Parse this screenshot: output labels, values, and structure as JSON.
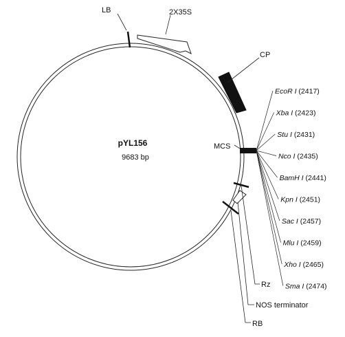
{
  "plasmid": {
    "name": "pYL156",
    "size": "9683 bp"
  },
  "features": {
    "lb": "LB",
    "promoter": "2X35S",
    "cp": "CP",
    "mcs": "MCS",
    "rz": "Rz",
    "nos": "NOS terminator",
    "rb": "RB"
  },
  "sites": [
    {
      "enzyme": "EcoR I",
      "pos": "(2417)"
    },
    {
      "enzyme": "Xba I",
      "pos": "(2423)"
    },
    {
      "enzyme": "Stu I",
      "pos": "(2431)"
    },
    {
      "enzyme": "Nco I",
      "pos": "(2435)"
    },
    {
      "enzyme": "BamH I",
      "pos": "(2441)"
    },
    {
      "enzyme": "Kpn I",
      "pos": "(2451)"
    },
    {
      "enzyme": "Sac I",
      "pos": "(2457)"
    },
    {
      "enzyme": "Mlu I",
      "pos": "(2459)"
    },
    {
      "enzyme": "Xho I",
      "pos": "(2465)"
    },
    {
      "enzyme": "Sma I",
      "pos": "(2474)"
    }
  ],
  "colors": {
    "ink": "#111111",
    "paper": "#ffffff"
  }
}
